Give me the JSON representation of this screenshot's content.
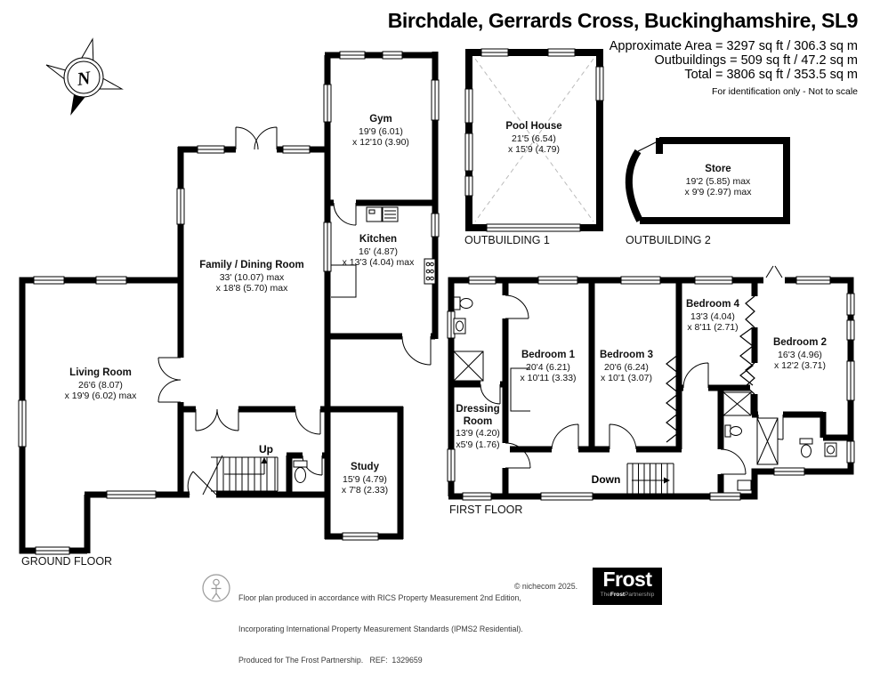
{
  "header": {
    "title": "Birchdale, Gerrards Cross, Buckinghamshire, SL9",
    "area_line1": "Approximate Area = 3297 sq ft / 306.3 sq m",
    "area_line2": "Outbuildings = 509 sq ft / 47.2 sq m",
    "area_line3": "Total = 3806 sq ft / 353.5 sq m",
    "disclaimer": "For identification only - Not to scale"
  },
  "compass": {
    "label": "N"
  },
  "ground_floor": {
    "label": "GROUND FLOOR",
    "stairs_label": "Up"
  },
  "first_floor": {
    "label": "FIRST FLOOR",
    "stairs_label": "Down"
  },
  "outbuildings": {
    "outbuilding1_label": "OUTBUILDING 1",
    "outbuilding2_label": "OUTBUILDING 2"
  },
  "rooms": {
    "gym": {
      "name": "Gym",
      "dim1": "19'9 (6.01)",
      "dim2": "x 12'10 (3.90)"
    },
    "kitchen": {
      "name": "Kitchen",
      "dim1": "16' (4.87)",
      "dim2": "x 13'3 (4.04) max"
    },
    "family_dining": {
      "name": "Family / Dining Room",
      "dim1": "33' (10.07) max",
      "dim2": "x 18'8 (5.70) max"
    },
    "living_room": {
      "name": "Living Room",
      "dim1": "26'6 (8.07)",
      "dim2": "x 19'9 (6.02) max"
    },
    "study": {
      "name": "Study",
      "dim1": "15'9 (4.79)",
      "dim2": "x 7'8 (2.33)"
    },
    "pool_house": {
      "name": "Pool House",
      "dim1": "21'5 (6.54)",
      "dim2": "x 15'9 (4.79)"
    },
    "store": {
      "name": "Store",
      "dim1": "19'2 (5.85) max",
      "dim2": "x 9'9 (2.97) max"
    },
    "bedroom1": {
      "name": "Bedroom 1",
      "dim1": "20'4 (6.21)",
      "dim2": "x 10'11 (3.33)"
    },
    "bedroom2": {
      "name": "Bedroom 2",
      "dim1": "16'3 (4.96)",
      "dim2": "x 12'2 (3.71)"
    },
    "bedroom3": {
      "name": "Bedroom 3",
      "dim1": "20'6 (6.24)",
      "dim2": "x 10'1 (3.07)"
    },
    "bedroom4": {
      "name": "Bedroom 4",
      "dim1": "13'3 (4.04)",
      "dim2": "x 8'11 (2.71)"
    },
    "dressing_room": {
      "name": "Dressing Room",
      "dim1": "13'9 (4.20)",
      "dim2": "x5'9 (1.76)"
    }
  },
  "footer": {
    "line1": "Floor plan produced in accordance with RICS Property Measurement 2nd Edition,",
    "line2": "Incorporating International Property Measurement Standards (IPMS2 Residential).",
    "line3": "Produced for The Frost Partnership.   REF:  1329659",
    "copyright": "© nichecom 2025.",
    "logo_main": "Frost",
    "logo_sub": [
      "The",
      "Frost",
      "Partnership"
    ]
  },
  "colors": {
    "wall": "#000000",
    "background": "#ffffff",
    "dash": "#bbbbbb"
  }
}
